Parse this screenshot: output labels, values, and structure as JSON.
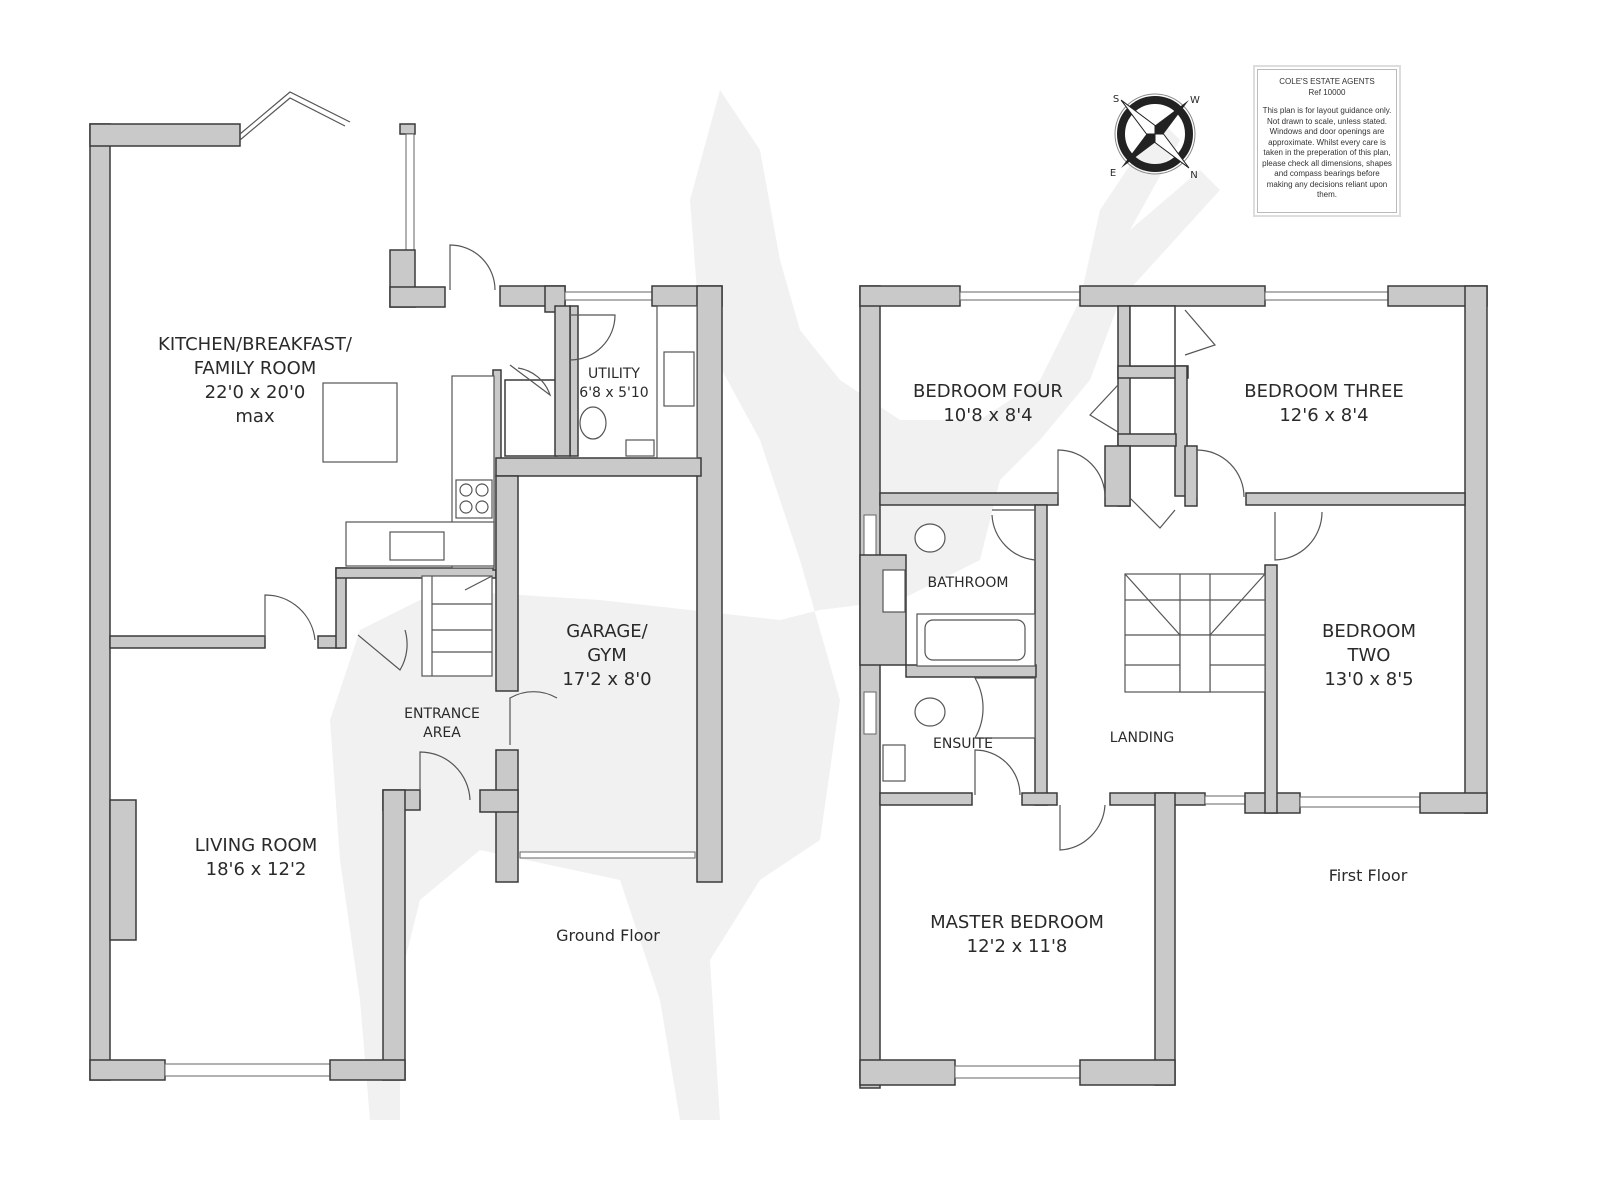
{
  "agent_box": {
    "company": "COLE'S ESTATE AGENTS",
    "ref": "Ref 10000",
    "disclaimer": "This plan is for layout guidance only. Not drawn to scale, unless stated. Windows and door openings are approximate. Whilst every care is taken in the preperation of this plan, please check all dimensions, shapes and compass bearings before making any decisions reliant upon them."
  },
  "compass": {
    "labels": [
      "S",
      "W",
      "N",
      "E"
    ]
  },
  "ground_floor": {
    "title": "Ground Floor",
    "rooms": {
      "kitchen": {
        "name_1": "KITCHEN/BREAKFAST/",
        "name_2": "FAMILY ROOM",
        "size": "22'0 x 20'0",
        "note": "max"
      },
      "utility": {
        "name": "UTILITY",
        "size": "6'8 x 5'10"
      },
      "garage": {
        "name_1": "GARAGE/",
        "name_2": "GYM",
        "size": "17'2 x 8'0"
      },
      "entrance": {
        "name_1": "ENTRANCE",
        "name_2": "AREA"
      },
      "living": {
        "name": "LIVING ROOM",
        "size": "18'6 x 12'2"
      }
    }
  },
  "first_floor": {
    "title": "First Floor",
    "rooms": {
      "bed4": {
        "name": "BEDROOM FOUR",
        "size": "10'8 x 8'4"
      },
      "bed3": {
        "name": "BEDROOM THREE",
        "size": "12'6 x 8'4"
      },
      "bathroom": {
        "name": "BATHROOM"
      },
      "bed2": {
        "name_1": "BEDROOM",
        "name_2": "TWO",
        "size": "13'0 x 8'5"
      },
      "ensuite": {
        "name": "ENSUITE"
      },
      "landing": {
        "name": "LANDING"
      },
      "master": {
        "name": "MASTER BEDROOM",
        "size": "12'2 x 11'8"
      }
    }
  }
}
